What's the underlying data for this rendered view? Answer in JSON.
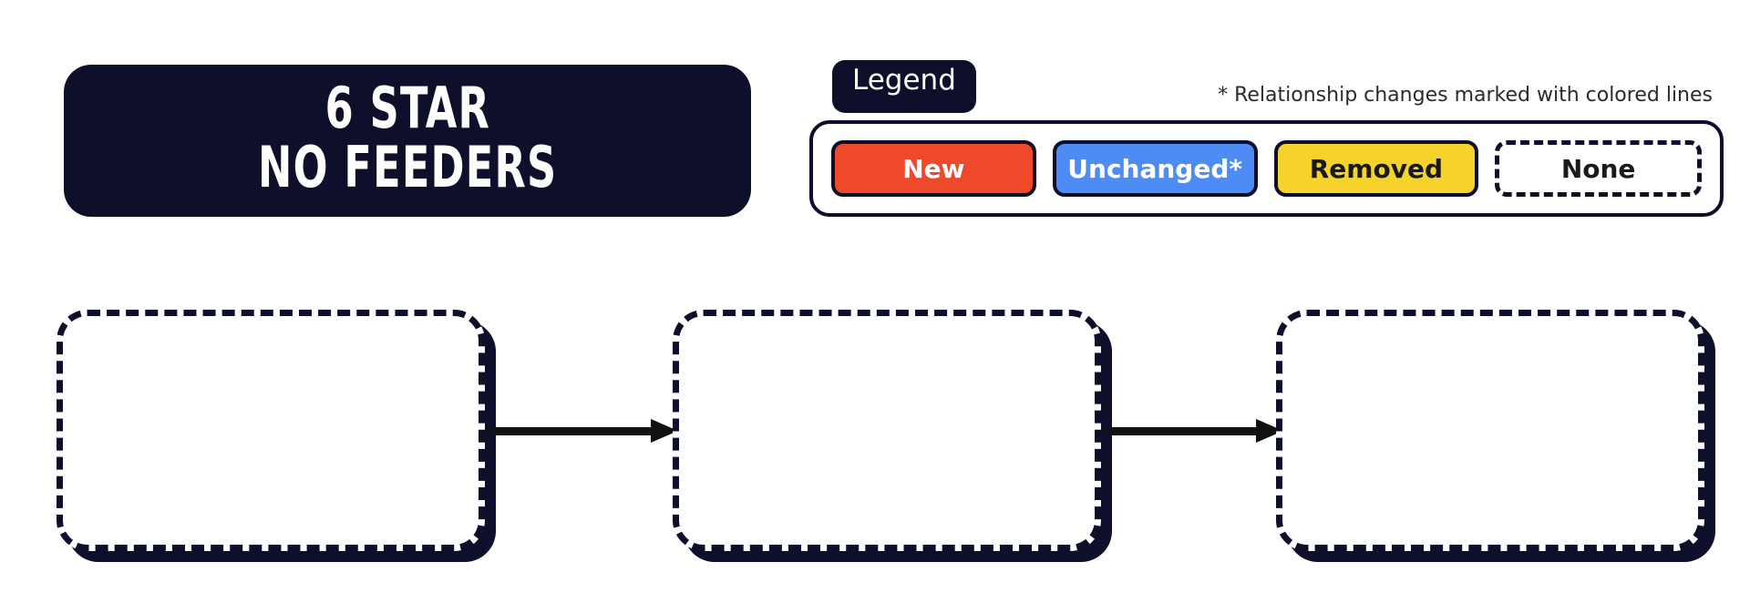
{
  "title": {
    "line1": "6 STAR",
    "line2": "NO FEEDERS"
  },
  "legend": {
    "tab_label": "Legend",
    "note": "* Relationship changes marked with colored lines",
    "items": [
      {
        "label": "New",
        "color": "#f0482a",
        "text_color": "#ffffff",
        "style": "solid"
      },
      {
        "label": "Unchanged*",
        "color": "#4d8bf5",
        "text_color": "#ffffff",
        "style": "solid"
      },
      {
        "label": "Removed",
        "color": "#f5d32b",
        "text_color": "#1a1a1a",
        "style": "solid"
      },
      {
        "label": "None",
        "color": "#ffffff",
        "text_color": "#1a1a1a",
        "style": "dashed"
      }
    ]
  },
  "diagram": {
    "nodes": [
      {
        "label": "",
        "style": "dashed"
      },
      {
        "label": "",
        "style": "dashed"
      },
      {
        "label": "",
        "style": "dashed"
      }
    ],
    "connectors": [
      {
        "from": 0,
        "to": 1,
        "style": "solid-arrow",
        "color": "#111111"
      },
      {
        "from": 1,
        "to": 2,
        "style": "solid-arrow",
        "color": "#111111"
      }
    ]
  },
  "theme": {
    "ink": "#0d0f2b",
    "paper": "#ffffff",
    "arrow": "#111111"
  }
}
